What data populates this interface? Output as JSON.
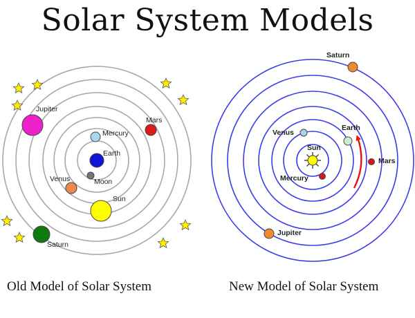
{
  "title": "Solar System Models",
  "old_model": {
    "caption": "Old Model of Solar System",
    "orbit_color": "#a8a8a8",
    "bodies": [
      {
        "name": "Earth",
        "color": "#1414d8"
      },
      {
        "name": "Moon",
        "color": "#777777"
      },
      {
        "name": "Mercury",
        "color": "#a6d7ee"
      },
      {
        "name": "Venus",
        "color": "#f08a4b"
      },
      {
        "name": "Sun",
        "color": "#ffff00"
      },
      {
        "name": "Mars",
        "color": "#e01a1a"
      },
      {
        "name": "Jupiter",
        "color": "#ee22cc"
      },
      {
        "name": "Saturn",
        "color": "#0d7a0d"
      }
    ],
    "star_color": "#ffee00"
  },
  "new_model": {
    "caption": "New Model of Solar System",
    "orbit_color": "#3a3aee",
    "bodies": [
      {
        "name": "Sun",
        "color": "#ffff00"
      },
      {
        "name": "Mercury",
        "color": "#d81818"
      },
      {
        "name": "Venus",
        "color": "#a6d7ee"
      },
      {
        "name": "Earth",
        "color": "#cfeacf"
      },
      {
        "name": "Mars",
        "color": "#d81818"
      },
      {
        "name": "Jupiter",
        "color": "#f08a30"
      },
      {
        "name": "Saturn",
        "color": "#f08a30"
      }
    ],
    "arrow_color": "#e81414"
  }
}
